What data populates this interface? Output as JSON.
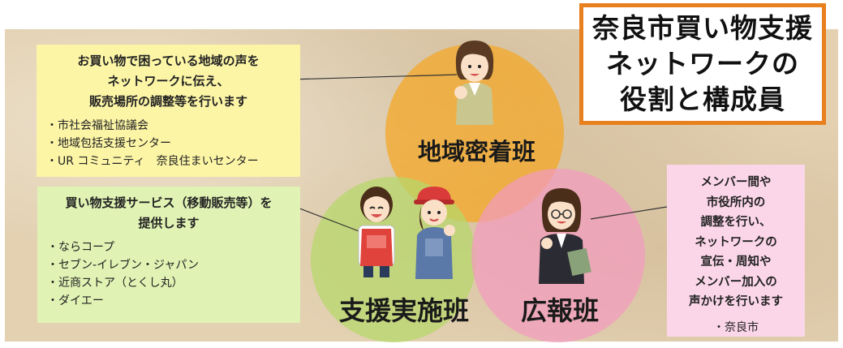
{
  "title_lines": [
    "奈良市買い物支援",
    "ネットワークの",
    "役割と構成員"
  ],
  "groups": {
    "chiiki": {
      "name": "地域密着班",
      "lead_lines": [
        "お買い物で困っている地域の声を",
        "ネットワークに伝え、",
        "販売場所の調整等を行います"
      ],
      "members": [
        "・市社会福祉協議会",
        "・地域包括支援センター",
        "・UR コミュニティ　奈良住まいセンター"
      ],
      "color": "#f5a623"
    },
    "shien": {
      "name": "支援実施班",
      "lead_lines": [
        "買い物支援サービス（移動販売等）を",
        "提供します"
      ],
      "members": [
        "・ならコープ",
        "・セブン-イレブン・ジャパン",
        "・近商ストア（とくし丸）",
        "・ダイエー"
      ],
      "color": "#b5d86a"
    },
    "koho": {
      "name": "広報班",
      "lead_lines": [
        "メンバー間や",
        "市役所内の",
        "調整を行い、",
        "ネットワークの",
        "宣伝・周知や",
        "メンバー加入の",
        "声かけを行います"
      ],
      "members": [
        "・奈良市"
      ],
      "color": "#f29bbf"
    }
  },
  "colors": {
    "title_border": "#e8801f",
    "box_yellow": "#fcf5a6",
    "box_green": "#e0f3b4",
    "box_pink": "#fbd6e8"
  },
  "icons": [
    "woman-community-worker-icon",
    "store-clerk-icon",
    "delivery-worker-icon",
    "city-staff-woman-icon"
  ]
}
